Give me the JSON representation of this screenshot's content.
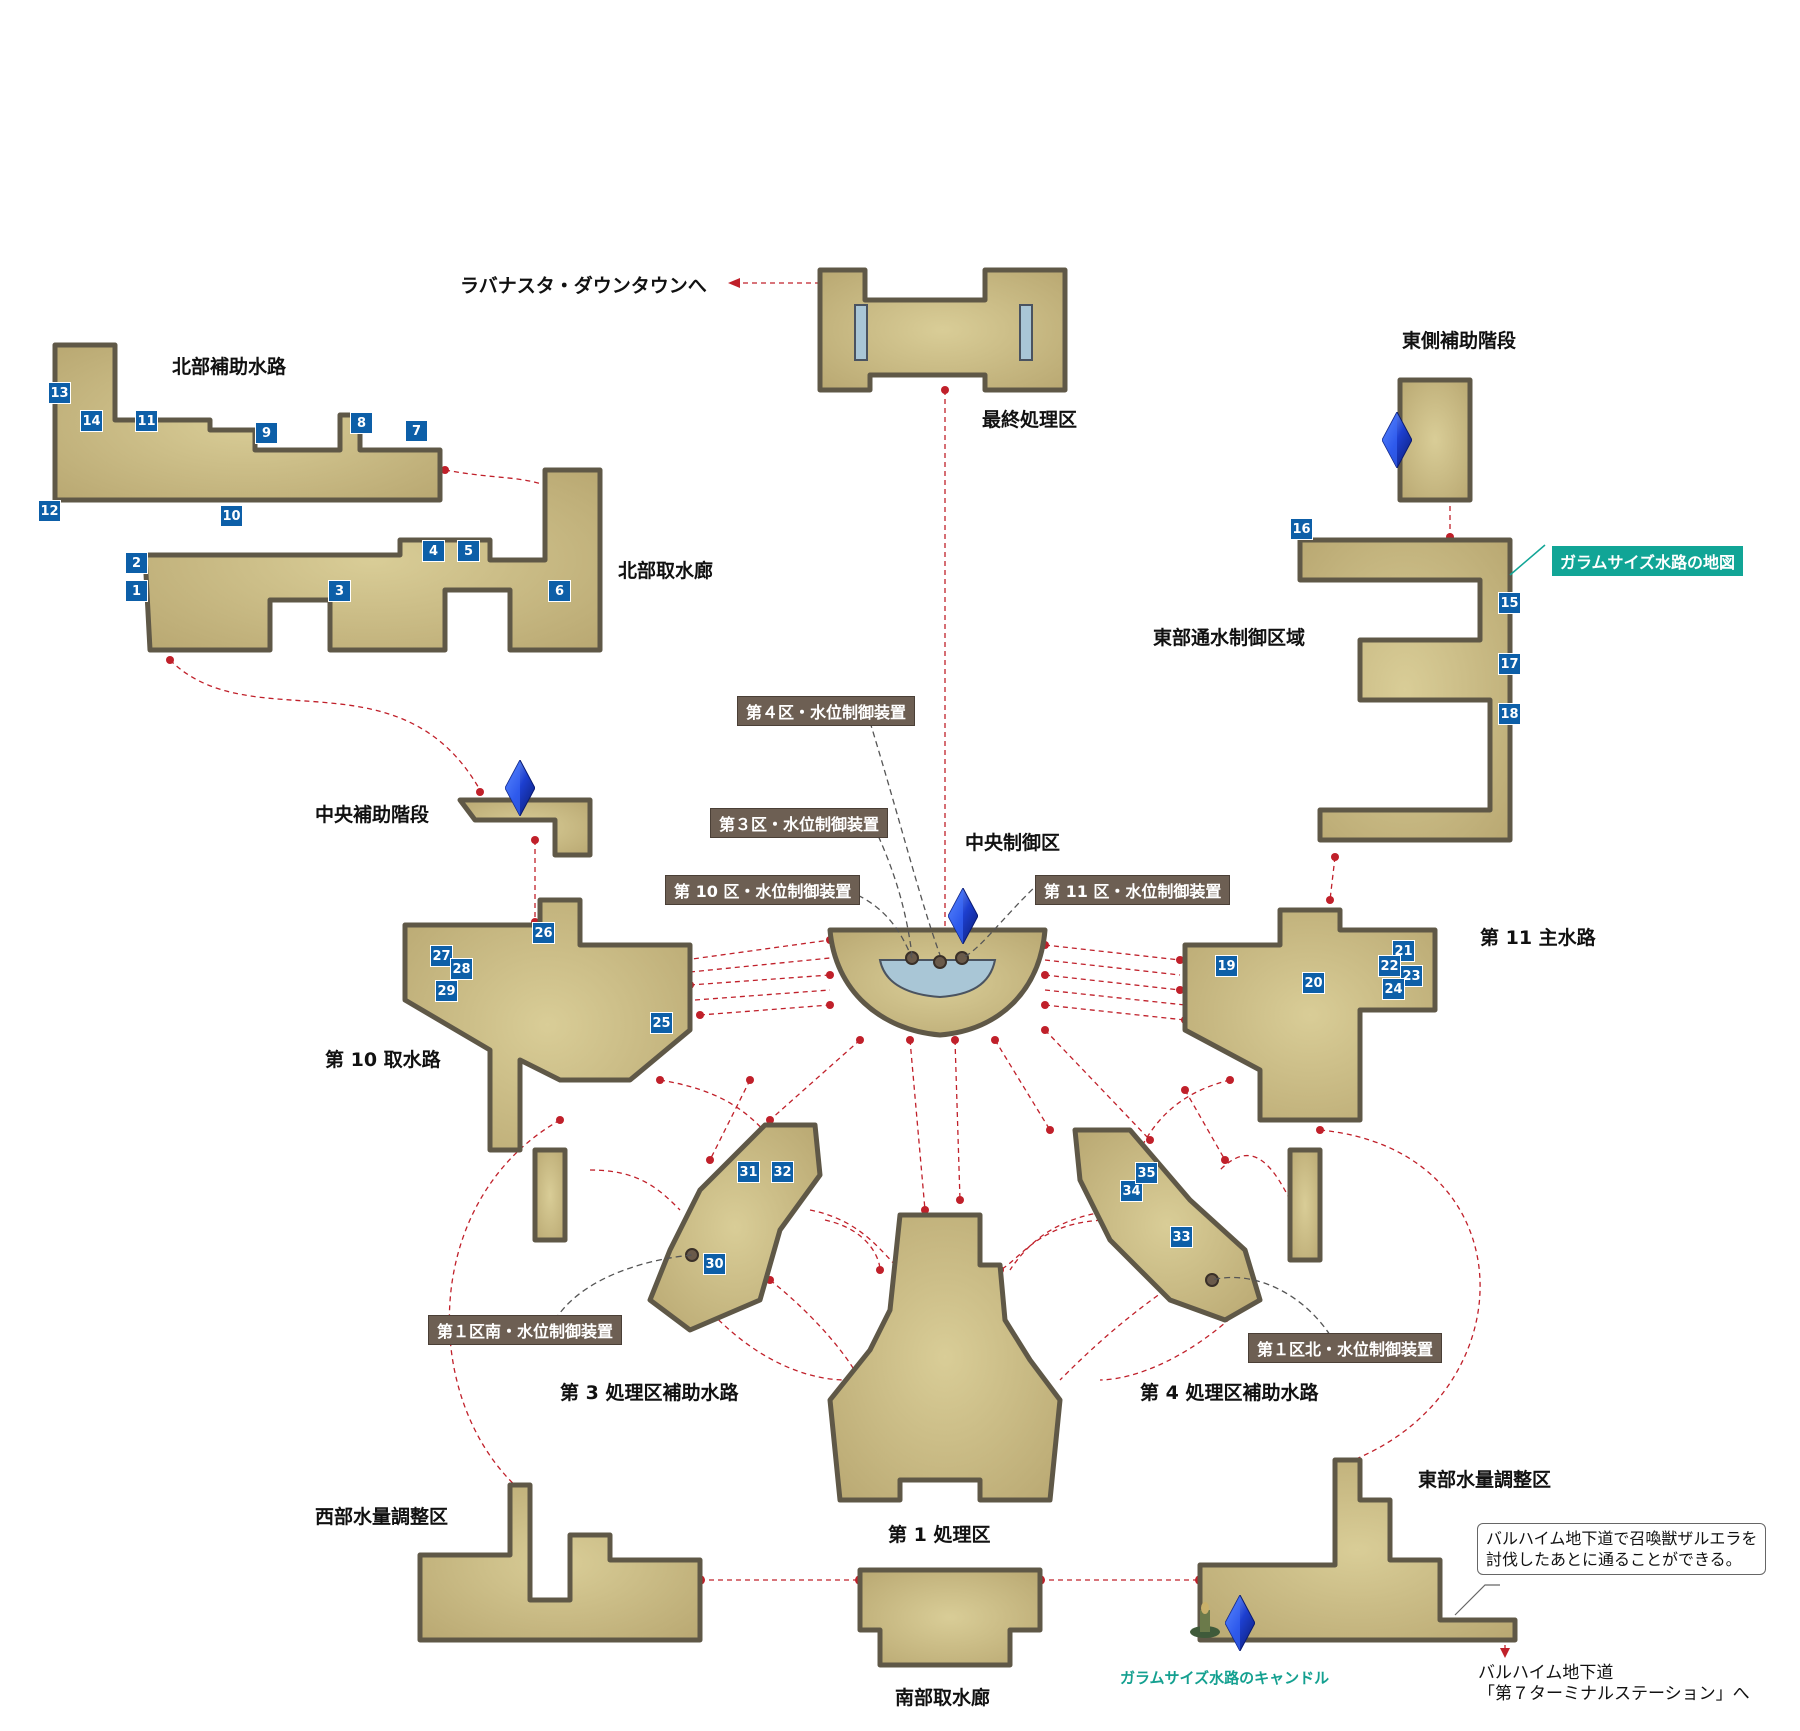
{
  "areas": {
    "final": "最終処理区",
    "north_aux": "北部補助水路",
    "north_intake": "北部取水廊",
    "east_stairs": "東側補助階段",
    "east_control": "東部通水制御区域",
    "central_stairs": "中央補助階段",
    "central_control": "中央制御区",
    "main11": "第 11 主水路",
    "intake10": "第 10 取水路",
    "aux3": "第 3 処理区補助水路",
    "aux4": "第 4 処理区補助水路",
    "west_vol": "西部水量調整区",
    "east_vol": "東部水量調整区",
    "proc1": "第 1 処理区",
    "south_intake": "南部取水廊"
  },
  "exits": {
    "rabanastre": "ラバナスタ・ダウンタウンへ",
    "barheim_1": "バルハイム地下道",
    "barheim_2": "「第７ターミナルステーション」へ"
  },
  "devices": {
    "d4": "第４区・水位制御装置",
    "d3": "第３区・水位制御装置",
    "d10": "第 10 区・水位制御装置",
    "d11": "第 11 区・水位制御装置",
    "d1s": "第１区南・水位制御装置",
    "d1n": "第１区北・水位制御装置"
  },
  "map_label": "ガラムサイズ水路の地図",
  "candle_label": "ガラムサイズ水路のキャンドル",
  "note": {
    "line1": "バルハイム地下道で召喚獣ザルエラを",
    "line2": "討伐したあとに通ることができる。"
  },
  "markers": [
    "1",
    "2",
    "3",
    "4",
    "5",
    "6",
    "7",
    "8",
    "9",
    "10",
    "11",
    "12",
    "13",
    "14",
    "15",
    "16",
    "17",
    "18",
    "19",
    "20",
    "21",
    "22",
    "23",
    "24",
    "25",
    "26",
    "27",
    "28",
    "29",
    "30",
    "31",
    "32",
    "33",
    "34",
    "35"
  ],
  "colors": {
    "floor": "#cdbf88",
    "wall": "#5f5847",
    "marker": "#0d5fa8",
    "route": "#c0202a",
    "teal": "#11a596",
    "device_box": "#6d5f53"
  }
}
